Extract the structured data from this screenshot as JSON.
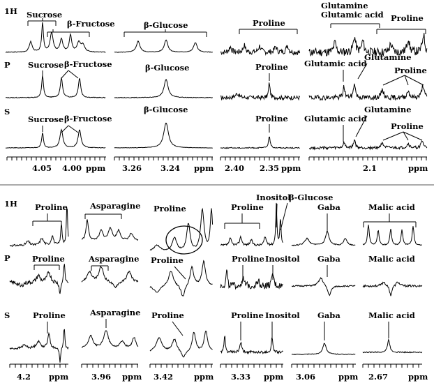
{
  "top": {
    "row_labels": [
      "1H",
      "P",
      "S"
    ],
    "row1": {
      "sucrose": "Sucrose",
      "fructose": "β-Fructose",
      "glucose": "β-Glucose",
      "proline_a": "Proline",
      "glutamine": "Glutamine",
      "glutamic": "Glutamic acid",
      "proline_b": "Proline"
    },
    "row2": {
      "sucrose": "Sucrose",
      "fructose": "β-Fructose",
      "glucose": "β-Glucose",
      "proline_a": "Proline",
      "glutamic": "Glutamic acid",
      "glutamine": "Glutamine",
      "proline_b": "Proline"
    },
    "row3": {
      "sucrose": "Sucrose",
      "fructose": "β-Fructose",
      "glucose": "β-Glucose",
      "proline_a": "Proline",
      "glutamic": "Glutamic acid",
      "glutamine": "Glutamine",
      "proline_b": "Proline"
    },
    "axis": {
      "p1_t1": "4.05",
      "p1_t2": "4.00",
      "p1_unit": "ppm",
      "p2_t1": "3.26",
      "p2_t2": "3.24",
      "p2_unit": "ppm",
      "p3_t1": "2.40",
      "p3_t2": "2.35",
      "p3_unit": "ppm",
      "p4_t1": "2.1",
      "p4_unit": "ppm"
    }
  },
  "bottom": {
    "row_labels": [
      "1H",
      "P",
      "S"
    ],
    "row1": {
      "proline_a": "Proline",
      "asparagine": "Asparagine",
      "proline_b": "Proline",
      "proline_c": "Proline",
      "inositol": "Inositol",
      "glucose": "β-Glucose",
      "gaba": "Gaba",
      "malic": "Malic acid"
    },
    "row2": {
      "proline_a": "Proline",
      "asparagine": "Asparagine",
      "proline_b": "Proline",
      "proline_c": "Proline",
      "inositol": "Inositol",
      "gaba": "Gaba",
      "malic": "Malic acid"
    },
    "row3": {
      "proline_a": "Proline",
      "asparagine": "Asparagine",
      "proline_b": "Proline",
      "proline_c": "Proline",
      "inositol": "Inositol",
      "gaba": "Gaba",
      "malic": "Malic acid"
    },
    "axis": {
      "t1": "4.2",
      "u1": "ppm",
      "t2": "3.96",
      "u2": "ppm",
      "t3": "3.42",
      "u3": "ppm",
      "t4": "3.33",
      "u4": "ppm",
      "t5": "3.06",
      "u5": "ppm",
      "t6": "2.67",
      "u6": "ppm"
    }
  }
}
